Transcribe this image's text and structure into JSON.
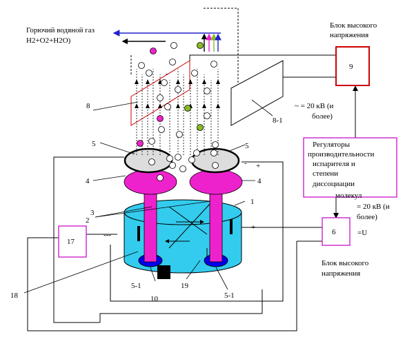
{
  "labels": {
    "gas_line1": "Горючий водяной газ",
    "gas_line2": "H2+O2+H2O)",
    "hv_top_line1": "Блок  высокого",
    "hv_top_line2": "напряжения",
    "hv_top_box": "9",
    "voltage_top_line1": "~ = 20 кВ (и",
    "voltage_top_line2": "более)",
    "reg_line1": "Регуляторы",
    "reg_line2": "производительности",
    "reg_line3": "испарителя и",
    "reg_line4": "степени",
    "reg_line5": "диссоциации",
    "reg_line6": "молекул",
    "voltage_bottom_line1": "= 20 кВ (и",
    "voltage_bottom_line2": "более)",
    "hv_bottom_box": "6",
    "hv_bottom_u": "=U",
    "hv_bottom_line1": "Блок  высокого",
    "hv_bottom_line2": "напряжения",
    "box_17": "17",
    "n8": "8",
    "n8_1": "8-1",
    "n5_left": "5",
    "n5_right": "5",
    "n4_left": "4",
    "n4_right": "4",
    "n3": "3",
    "n2": "2",
    "n1": "1",
    "n18": "18",
    "n5_1_left": "5-1",
    "n5_1_right": "5-1",
    "n10": "10",
    "n19": "19",
    "sign_plus_left": "+",
    "sign_minus_ring": "-",
    "sign_plus_ring": "+",
    "sign_minus_tank": "---",
    "sign_plus_tank": "+",
    "sign_minus_mid": "-"
  },
  "colors": {
    "liquid": "#33ccee",
    "wick": "#ee22cc",
    "hv_box_border": "#cc0000",
    "box_border": "#cc22cc",
    "electrode": "#0000ee",
    "field_plate": "#cc0000",
    "dot_magenta": "#ee22cc",
    "dot_green": "#88bb22",
    "arrow_blue": "#2222cc",
    "arrow_pink": "#ee22cc",
    "arrow_green": "#88bb22"
  }
}
